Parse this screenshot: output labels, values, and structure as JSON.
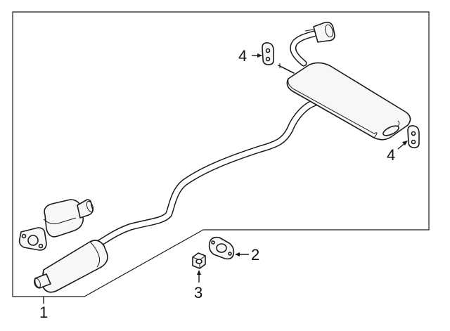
{
  "callouts": {
    "exhaust_system": "1",
    "gasket": "2",
    "nut": "3",
    "hanger_upper": "4",
    "hanger_lower": "4"
  },
  "colors": {
    "line": "#1a1a1a",
    "panel_bg": "#ffffff",
    "part_fill": "#f7f7f7"
  },
  "icons": [
    "muffler",
    "catalytic-converter",
    "resonator",
    "tailpipe",
    "rubber-hanger",
    "gasket",
    "flange-nut"
  ]
}
